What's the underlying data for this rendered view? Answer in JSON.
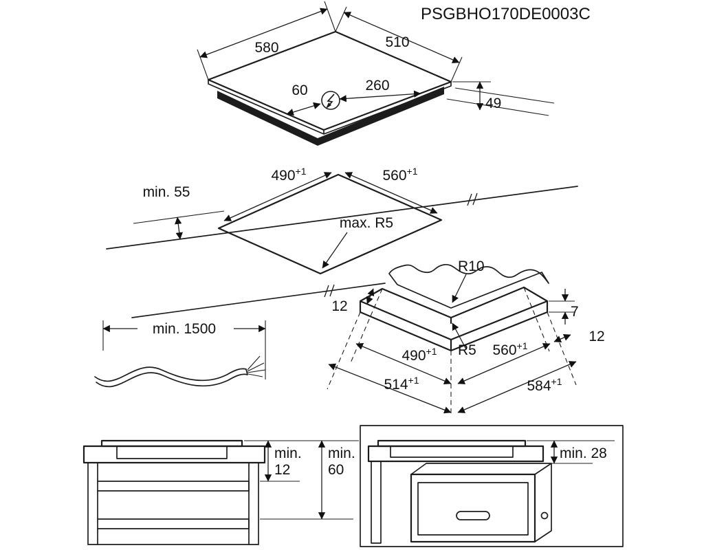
{
  "title": "PSGBHO170DE0003C",
  "sup": "+1",
  "top": {
    "width": "580",
    "depth": "510",
    "conn_left": "60",
    "conn_right": "260",
    "height": "49"
  },
  "cutout": {
    "edge_clearance": "min. 55",
    "width": "490",
    "depth": "560",
    "corner_radius": "max. R5"
  },
  "corner": {
    "hob_radius": "R10",
    "panel_thickness": "7",
    "cutout_radius": "R5",
    "margin_left": "12",
    "margin_right": "12",
    "width": "490",
    "depth": "560",
    "outer_width": "514",
    "outer_depth": "584"
  },
  "cable": {
    "length": "min. 1500"
  },
  "left_view": {
    "min1": "min.",
    "val1": "12",
    "min2": "min.",
    "val2": "60"
  },
  "right_view": {
    "clearance": "min. 28"
  }
}
